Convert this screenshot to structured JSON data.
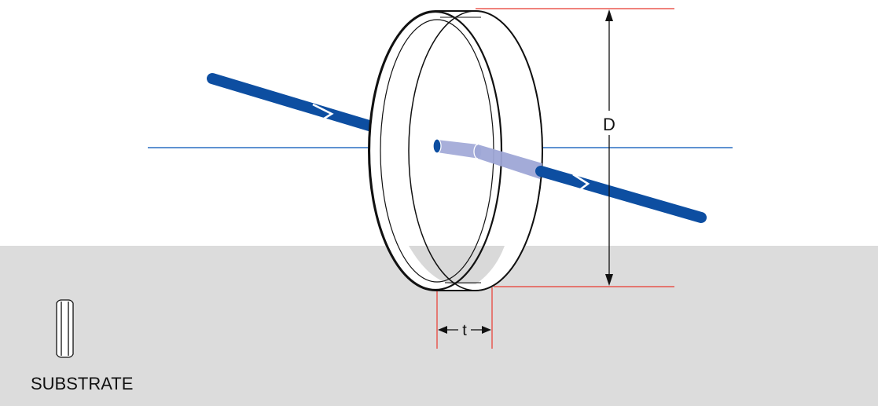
{
  "labels": {
    "diameter": "D",
    "thickness": "t",
    "substrate": "SUBSTRATE"
  },
  "colors": {
    "background": "#ffffff",
    "floor": "#dcdcdc",
    "beam": "#0d4ea1",
    "beam_inside": "#9ea6d6",
    "optical_axis": "#2a6fc2",
    "dimension_lines": "#e8392f",
    "outline": "#111111"
  },
  "icons": {
    "substrate": "substrate-glyph-icon"
  }
}
